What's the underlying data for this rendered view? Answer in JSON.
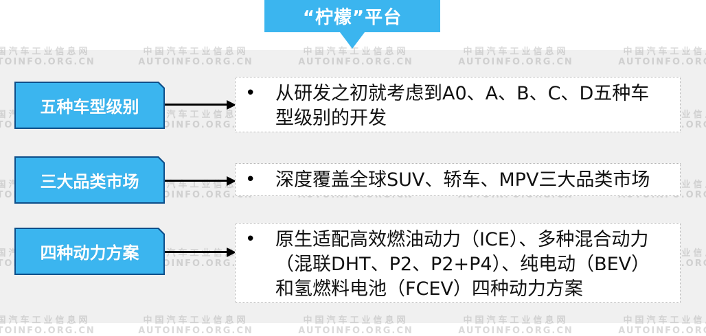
{
  "title": {
    "text": "“柠檬”平台",
    "color": "#3bb5ef"
  },
  "colors": {
    "accent_blue": "#3bb5ef",
    "border_dark_blue": "#0e4f8a",
    "background_gray": "#f0f0f0",
    "content_box_bg": "#ffffff"
  },
  "rows": [
    {
      "label": "五种车型级别",
      "bullet": "•",
      "text_lines": [
        "从研发之初就考虑到A0、A、B、C、D五种车",
        "型级别的开发"
      ]
    },
    {
      "label": "三大品类市场",
      "bullet": "•",
      "text_lines": [
        "深度覆盖全球SUV、轿车、MPV三大品类市场"
      ]
    },
    {
      "label": "四种动力方案",
      "bullet": "•",
      "text_lines": [
        "原生适配高效燃油动力（ICE）、多种混合动力",
        "（混联DHT、P2、P2+P4）、纯电动（BEV）",
        "和氢燃料电池（FCEV）四种动力方案"
      ]
    }
  ],
  "watermark": {
    "cn": "中国汽车工业信息网",
    "en": "AUTOINFO.ORG.CN"
  }
}
